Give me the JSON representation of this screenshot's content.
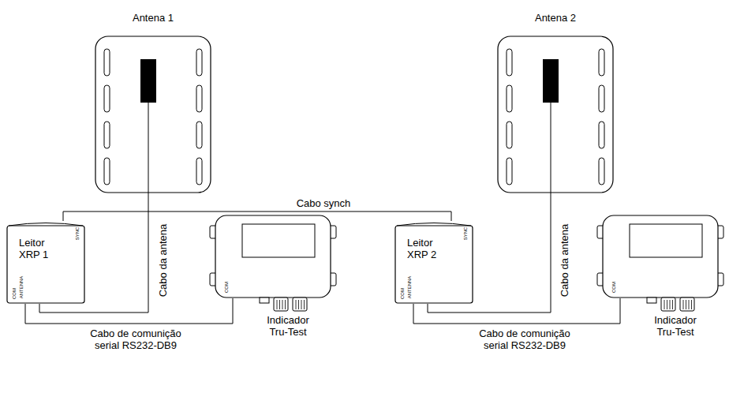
{
  "diagram": {
    "nodes": [
      {
        "text": [
          "Antena 1"
        ]
      },
      {
        "text": [
          "Antena 2"
        ]
      },
      {
        "text": [
          "Leitor XRP 1",
          "SYNC",
          "COM",
          "ANTENNA"
        ]
      },
      {
        "text": [
          "Indicador Tru-Test",
          "COM"
        ]
      },
      {
        "text": [
          "Leitor XRP 2",
          "SYNC",
          "COM",
          "ANTENNA"
        ]
      },
      {
        "text": [
          "Indicador Tru-Test",
          "COM"
        ]
      }
    ],
    "edges": [
      {
        "from": 2,
        "to": 0,
        "arrow": "none",
        "label": "Cabo da antena"
      },
      {
        "from": 2,
        "to": 4,
        "arrow": "none",
        "label": "Cabo synch"
      },
      {
        "from": 2,
        "to": 3,
        "arrow": "none",
        "label": "Cabo de comunição serial RS232-DB9"
      },
      {
        "from": 4,
        "to": 1,
        "arrow": "none",
        "label": "Cabo da antena"
      },
      {
        "from": 4,
        "to": 5,
        "arrow": "none",
        "label": "Cabo de comunição serial RS232-DB9"
      }
    ]
  }
}
